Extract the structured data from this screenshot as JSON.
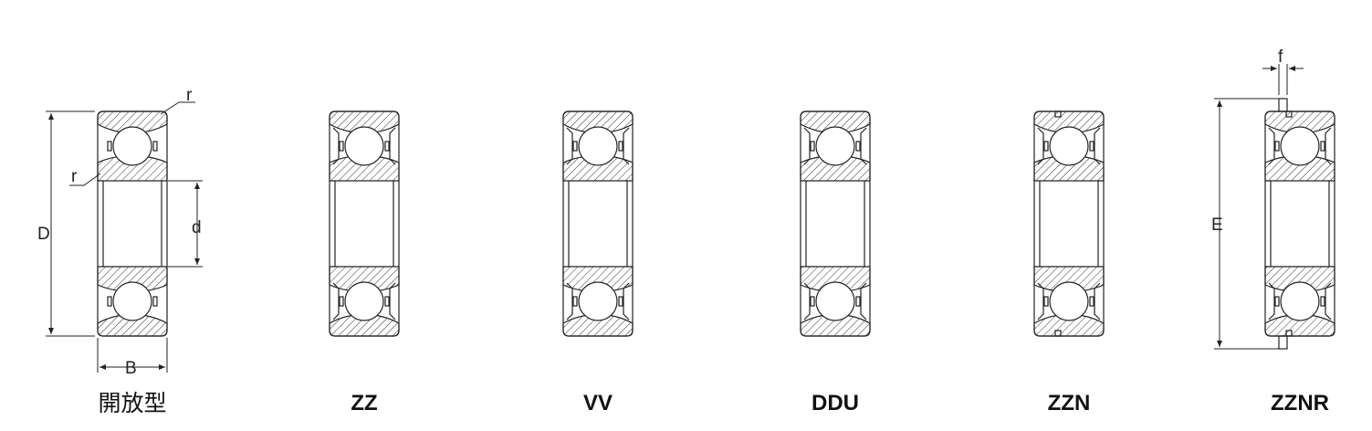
{
  "diagram": {
    "bearings": [
      {
        "type": "open",
        "caption": "開放型"
      },
      {
        "type": "shield",
        "caption": "ZZ"
      },
      {
        "type": "seal",
        "caption": "VV"
      },
      {
        "type": "seal-contact",
        "caption": "DDU"
      },
      {
        "type": "shield-groove",
        "caption": "ZZN"
      },
      {
        "type": "shield-ring",
        "caption": "ZZNR"
      }
    ],
    "dimension_labels": {
      "D": "D",
      "d": "d",
      "B": "B",
      "r_outer": "r",
      "r_inner": "r",
      "E": "E",
      "f": "f"
    }
  }
}
